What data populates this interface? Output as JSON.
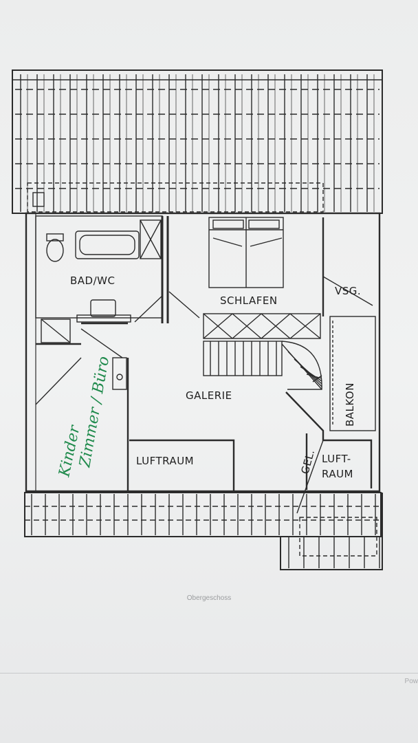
{
  "plan": {
    "rooms": {
      "bad_wc": "BAD/WC",
      "schlafen": "SCHLAFEN",
      "vsg": "VSG.",
      "galerie": "GALERIE",
      "balkon": "BALKON",
      "luftraum_main": "LUFTRAUM",
      "luftraum_right_line1": "LUFT-",
      "luftraum_right_line2": "RAUM",
      "gel": "GEL."
    },
    "handwritten": {
      "line1": "Kinder",
      "line2": "Zimmer / Büro"
    }
  },
  "caption": "Obergeschoss",
  "footer": "Pow"
}
